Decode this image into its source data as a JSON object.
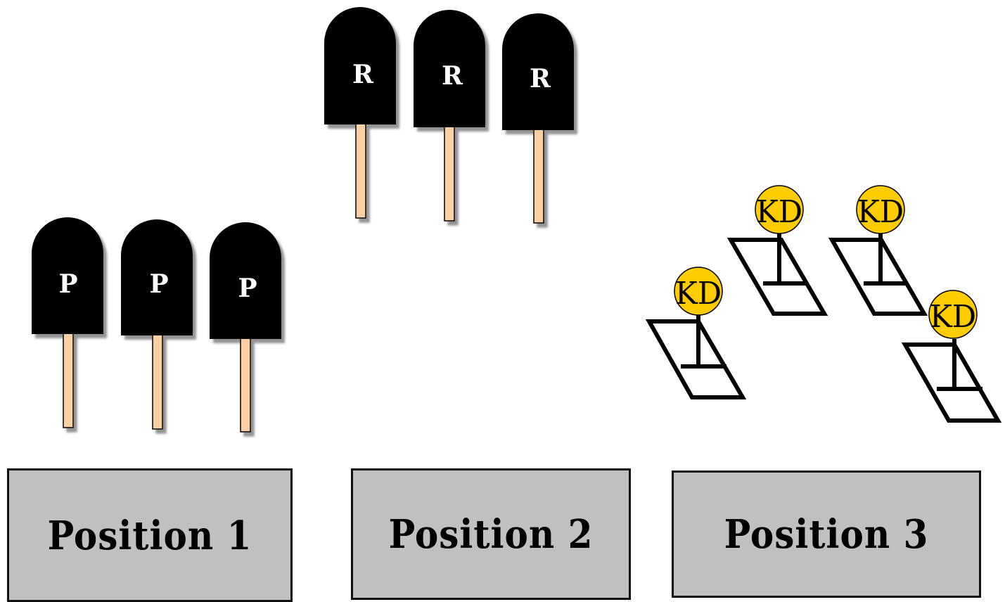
{
  "paddles": {
    "p": [
      {
        "letter": "P"
      },
      {
        "letter": "P"
      },
      {
        "letter": "P"
      }
    ],
    "r": [
      {
        "letter": "R"
      },
      {
        "letter": "R"
      },
      {
        "letter": "R"
      }
    ]
  },
  "kd_markers": [
    {
      "label": "KD"
    },
    {
      "label": "KD"
    },
    {
      "label": "KD"
    },
    {
      "label": "KD"
    }
  ],
  "positions": [
    {
      "label": "Position 1"
    },
    {
      "label": "Position 2"
    },
    {
      "label": "Position 3"
    }
  ],
  "colors": {
    "paddle_head": "#000000",
    "paddle_handle": "#f9cfa3",
    "kd_circle": "#ffcc00",
    "position_box": "#c0c0c0"
  }
}
